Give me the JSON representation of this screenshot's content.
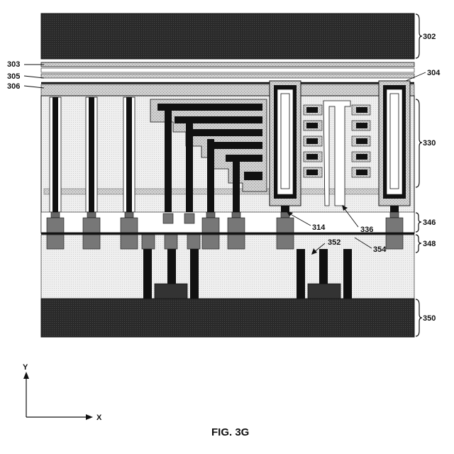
{
  "figure": {
    "caption": "FIG. 3G",
    "axes": {
      "y_label": "Y",
      "x_label": "X"
    },
    "reference_numerals": {
      "r302": "302",
      "r303": "303",
      "r304": "304",
      "r305": "305",
      "r306": "306",
      "r314": "314",
      "r330": "330",
      "r336": "336",
      "r346": "346",
      "r348": "348",
      "r350": "350",
      "r352": "352",
      "r354": "354"
    },
    "colors": {
      "dark_fill": "#2b2b2b",
      "medium_gray": "#7a7a7a",
      "speckled_fill": "#c9c9c9",
      "light_fill": "#ececec",
      "outline": "#111111",
      "background": "#ffffff"
    }
  }
}
